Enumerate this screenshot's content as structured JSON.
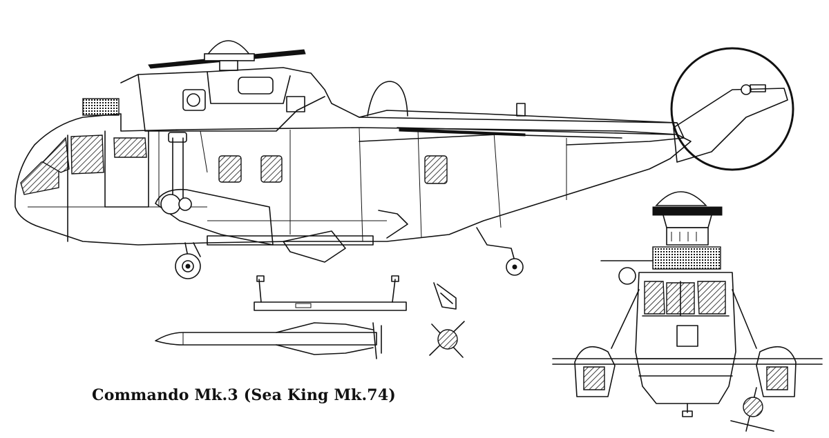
{
  "caption": "Commando Mk.3 (Sea King Mk.74)",
  "colors": {
    "ink": "#111111",
    "paper": "#ffffff"
  },
  "views": [
    "side-view",
    "front-view",
    "detail-circle-tail-rotor",
    "missile-sideview",
    "missile-pylon",
    "pylon-bracket",
    "missile-end-view"
  ]
}
